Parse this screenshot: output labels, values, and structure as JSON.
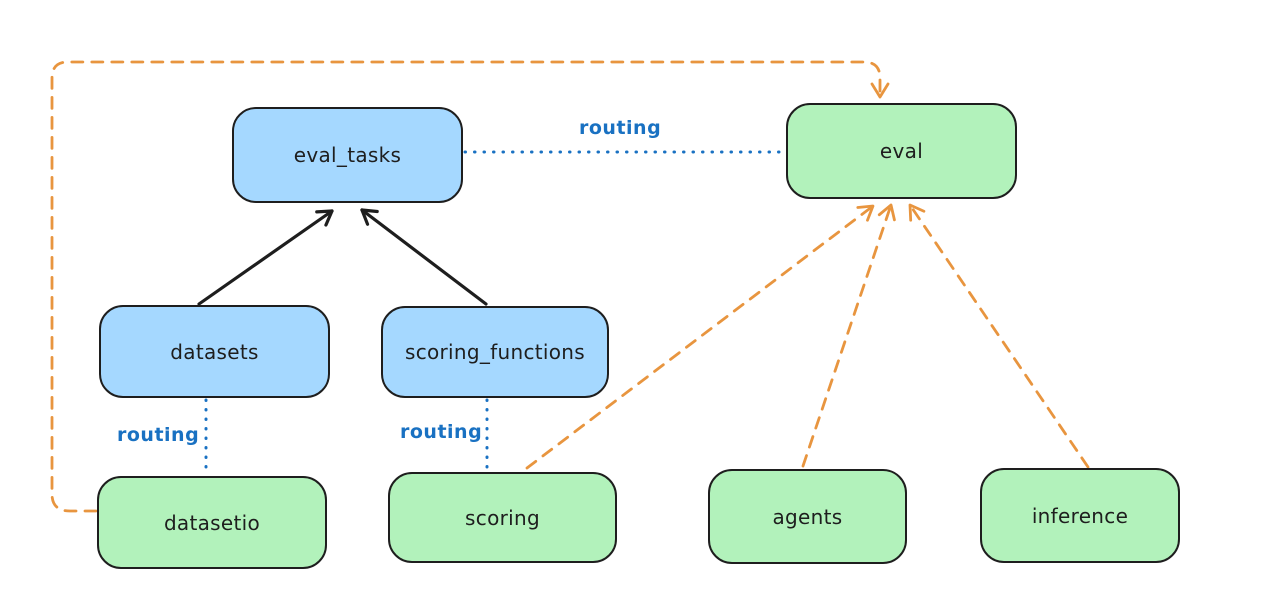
{
  "diagram": {
    "type": "architecture-diagram",
    "colors": {
      "blue_fill": "#a5d8ff",
      "green_fill": "#b2f2bb",
      "stroke": "#1e1e1e",
      "orange": "#e8953f",
      "routing_blue": "#1971c2",
      "bg": "#ffffff"
    },
    "nodes": {
      "eval_tasks": {
        "label": "eval_tasks",
        "fill": "#a5d8ff"
      },
      "eval": {
        "label": "eval",
        "fill": "#b2f2bb"
      },
      "datasets": {
        "label": "datasets",
        "fill": "#a5d8ff"
      },
      "scoring_functions": {
        "label": "scoring_functions",
        "fill": "#a5d8ff"
      },
      "datasetio": {
        "label": "datasetio",
        "fill": "#b2f2bb"
      },
      "scoring": {
        "label": "scoring",
        "fill": "#b2f2bb"
      },
      "agents": {
        "label": "agents",
        "fill": "#b2f2bb"
      },
      "inference": {
        "label": "inference",
        "fill": "#b2f2bb"
      }
    },
    "edge_labels": {
      "eval_tasks_to_eval": "routing",
      "datasets_to_datasetio": "routing",
      "scoring_functions_to_scoring": "routing"
    },
    "edges": [
      {
        "from": "datasets",
        "to": "eval_tasks",
        "style": "solid",
        "arrow": true,
        "color": "#1e1e1e"
      },
      {
        "from": "scoring_functions",
        "to": "eval_tasks",
        "style": "solid",
        "arrow": true,
        "color": "#1e1e1e"
      },
      {
        "from": "eval_tasks",
        "to": "eval",
        "style": "dotted",
        "arrow": false,
        "color": "#1971c2",
        "label": "routing"
      },
      {
        "from": "datasets",
        "to": "datasetio",
        "style": "dotted",
        "arrow": false,
        "color": "#1971c2",
        "label": "routing"
      },
      {
        "from": "scoring_functions",
        "to": "scoring",
        "style": "dotted",
        "arrow": false,
        "color": "#1971c2",
        "label": "routing"
      },
      {
        "from": "datasetio",
        "to": "eval",
        "style": "dashed",
        "arrow": true,
        "color": "#e8953f"
      },
      {
        "from": "scoring",
        "to": "eval",
        "style": "dashed",
        "arrow": true,
        "color": "#e8953f"
      },
      {
        "from": "agents",
        "to": "eval",
        "style": "dashed",
        "arrow": true,
        "color": "#e8953f"
      },
      {
        "from": "inference",
        "to": "eval",
        "style": "dashed",
        "arrow": true,
        "color": "#e8953f"
      }
    ]
  }
}
